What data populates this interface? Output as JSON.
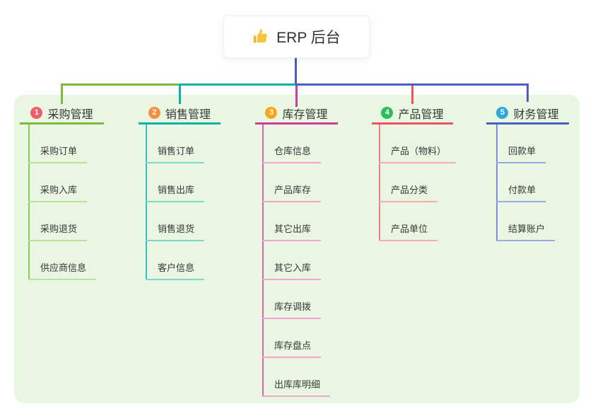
{
  "root": {
    "title": "ERP 后台",
    "icon": "thumbs-up-icon",
    "icon_color": "#f8c43a"
  },
  "canvas": {
    "panel_background": "#e8f6e2",
    "trunk_color": "#4a5ec3",
    "text_color": "#383838"
  },
  "branches": [
    {
      "num": "1",
      "label": "采购管理",
      "badge_color": "#f25c6b",
      "line_color": "#7cb93f",
      "rail_color": "#8fc75e",
      "child_line_color": "#bcdf9b",
      "items": [
        "采购订单",
        "采购入库",
        "采购退货",
        "供应商信息"
      ]
    },
    {
      "num": "2",
      "label": "销售管理",
      "badge_color": "#fd8d3d",
      "line_color": "#0ab3a6",
      "rail_color": "#33c2b5",
      "child_line_color": "#82d7cd",
      "items": [
        "销售订单",
        "销售出库",
        "销售退货",
        "客户信息"
      ]
    },
    {
      "num": "3",
      "label": "库存管理",
      "badge_color": "#fba618",
      "line_color": "#ce3d9a",
      "rail_color": "#dd66b1",
      "child_line_color": "#f2a3cf",
      "items": [
        "仓库信息",
        "产品库存",
        "其它出库",
        "其它入库",
        "库存调拨",
        "库存盘点",
        "出库库明细"
      ]
    },
    {
      "num": "4",
      "label": "产品管理",
      "badge_color": "#2ebd59",
      "line_color": "#f0525f",
      "rail_color": "#f47a84",
      "child_line_color": "#f9abb0",
      "items": [
        "产品（物料）",
        "产品分类",
        "产品单位"
      ]
    },
    {
      "num": "5",
      "label": "财务管理",
      "badge_color": "#2fa8dd",
      "line_color": "#4a5ec3",
      "rail_color": "#7d92d6",
      "child_line_color": "#97a9e0",
      "items": [
        "回款单",
        "付款单",
        "结算账户"
      ]
    }
  ]
}
